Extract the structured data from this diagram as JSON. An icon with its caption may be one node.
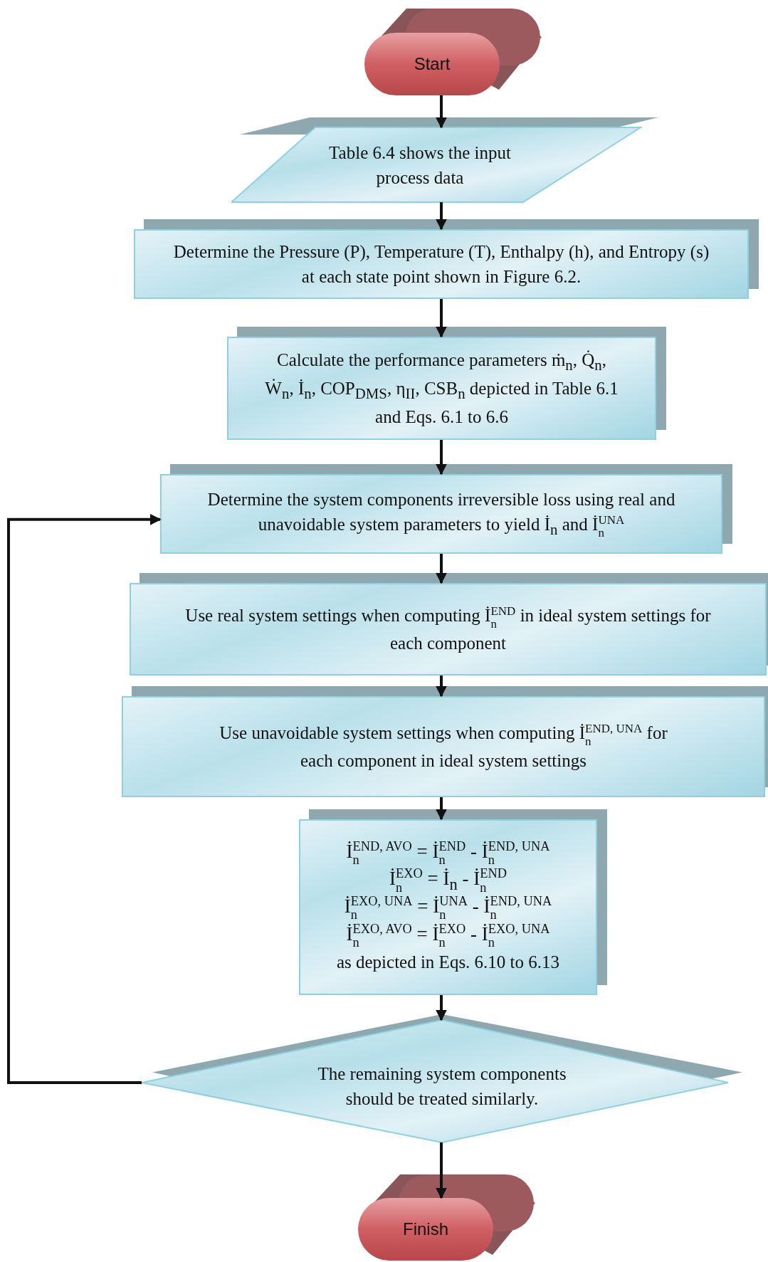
{
  "diagram": {
    "nodes": [
      {
        "text": [
          "Start"
        ]
      },
      {
        "text": [
          "Table 6.4 shows the input process data"
        ]
      },
      {
        "text": [
          "Determine the Pressure (P), Temperature (T), Enthalpy (h), and Entropy (s) at each state point shown in Figure 6.2."
        ]
      },
      {
        "text": [
          "Calculate the performance parameters ṁ$_{n}$, Q̇$_{n}$, Ẇ$_{n}$, İ$_{n}$, COP$_{DMS}$, η$_{II}$, CSB$_{n}$ depicted in Table 6.1 and Eqs. 6.1 to 6.6"
        ]
      },
      {
        "text": [
          "Determine the system components irreversible loss using real and unavoidable system parameters to yield İ$_{n}$ and İ$^{UNA}$$_{n}$"
        ]
      },
      {
        "text": [
          "Use real system settings when computing İ$^{END}$$_{n}$ in ideal system settings for each component"
        ]
      },
      {
        "text": [
          "Use unavoidable system settings when computing İ$^{END, UNA}$$_{n}$ for each component in ideal system settings"
        ]
      },
      {
        "text": [
          "İ$^{END, AVO}$$_{n}$ = İ$^{END}$$_{n}$ - İ$^{END, UNA}$$_{n}$",
          "İ$^{EXO}$$_{n}$ = İ$_{n}$ - İ$^{END}$$_{n}$",
          "İ$^{EXO, UNA}$$_{n}$ = İ$^{UNA}$$_{n}$ - İ$^{END, UNA}$$_{n}$",
          "İ$^{EXO, AVO}$$_{n}$ = İ$^{EXO}$$_{n}$ - İ$^{EXO, UNA}$$_{n}$",
          "as depicted in Eqs. 6.10 to 6.13"
        ]
      },
      {
        "text": [
          "The remaining system components should be treated similarly."
        ]
      },
      {
        "text": [
          "Finish"
        ]
      }
    ],
    "edges": [
      {
        "from": 0,
        "to": 1,
        "arrow": "to"
      },
      {
        "from": 1,
        "to": 2,
        "arrow": "to"
      },
      {
        "from": 2,
        "to": 3,
        "arrow": "to"
      },
      {
        "from": 3,
        "to": 4,
        "arrow": "to"
      },
      {
        "from": 4,
        "to": 5,
        "arrow": "to"
      },
      {
        "from": 5,
        "to": 6,
        "arrow": "to"
      },
      {
        "from": 6,
        "to": 7,
        "arrow": "to"
      },
      {
        "from": 7,
        "to": 8,
        "arrow": "to"
      },
      {
        "from": 8,
        "to": 9,
        "arrow": "to"
      },
      {
        "from": 8,
        "to": 4,
        "arrow": "to"
      }
    ]
  }
}
